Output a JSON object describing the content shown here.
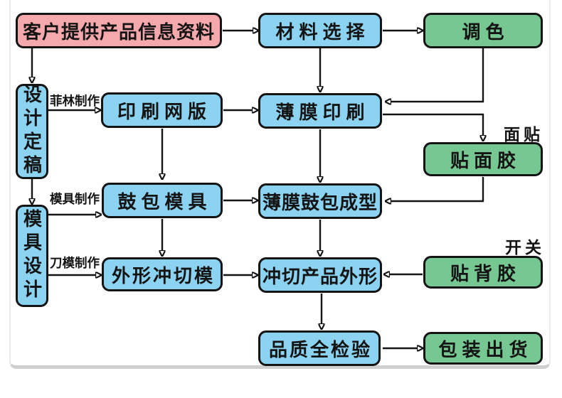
{
  "diagram": {
    "colors": {
      "pink": "#F5A9AD",
      "blue": "#8BD3F1",
      "green": "#77C792",
      "stroke": "#141414"
    },
    "nodes": {
      "customer_info": {
        "label": "客户提供产品信息资料"
      },
      "material_selection": {
        "label": "材料选择"
      },
      "color_mixing": {
        "label": "调色"
      },
      "design_finalize": {
        "label": "设计定稿"
      },
      "screen_plate": {
        "label": "印刷网版"
      },
      "film_printing": {
        "label": "薄膜印刷"
      },
      "face_adhesive": {
        "label": "贴面胶"
      },
      "bulge_mold": {
        "label": "鼓包模具"
      },
      "film_bulge_forming": {
        "label": "薄膜鼓包成型"
      },
      "mold_design": {
        "label": "模具设计"
      },
      "shape_cutting_die": {
        "label": "外形冲切模"
      },
      "die_cut_shape": {
        "label": "冲切产品外形"
      },
      "back_adhesive": {
        "label": "贴背胶"
      },
      "quality_inspection": {
        "label": "品质全检验"
      },
      "packing_shipping": {
        "label": "包装出货"
      }
    },
    "edge_labels": {
      "film_making": "菲林制作",
      "mold_making": "模具制作",
      "die_making": "刀模制作",
      "face_sticker": "面贴",
      "switch": "开关"
    }
  }
}
